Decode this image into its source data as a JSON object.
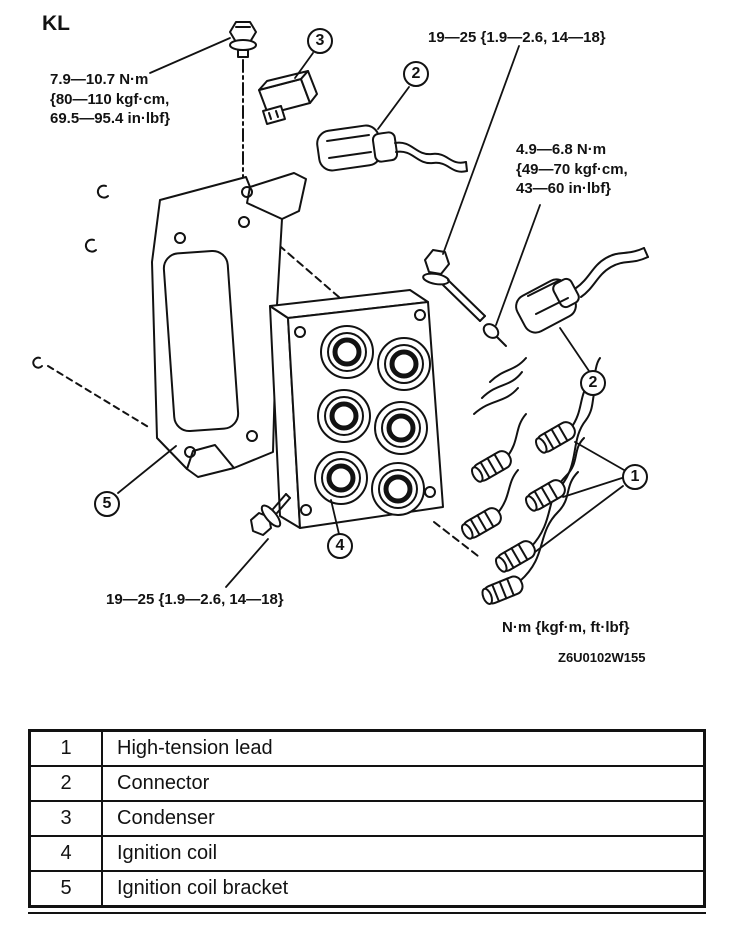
{
  "diagram": {
    "engine_code": "KL",
    "figure_code": "Z6U0102W155",
    "units_note": "N·m {kgf·m, ft·lbf}",
    "torque_specs": {
      "condenser_bracket_bolt": "7.9—10.7 N·m\n{80—110 kgf·cm,\n69.5—95.4 in·lbf}",
      "coil_bolt_upper": "19—25 {1.9—2.6, 14—18}",
      "connector_screw": "4.9—6.8 N·m\n{49—70 kgf·cm,\n43—60 in·lbf}",
      "bracket_bolt_lower": "19—25 {1.9—2.6, 14—18}"
    },
    "callouts": {
      "one": "1",
      "two": "2",
      "three": "3",
      "four": "4",
      "five": "5"
    }
  },
  "legend": {
    "rows": [
      {
        "num": "1",
        "label": "High-tension lead"
      },
      {
        "num": "2",
        "label": "Connector"
      },
      {
        "num": "3",
        "label": "Condenser"
      },
      {
        "num": "4",
        "label": "Ignition coil"
      },
      {
        "num": "5",
        "label": "Ignition coil bracket"
      }
    ]
  }
}
